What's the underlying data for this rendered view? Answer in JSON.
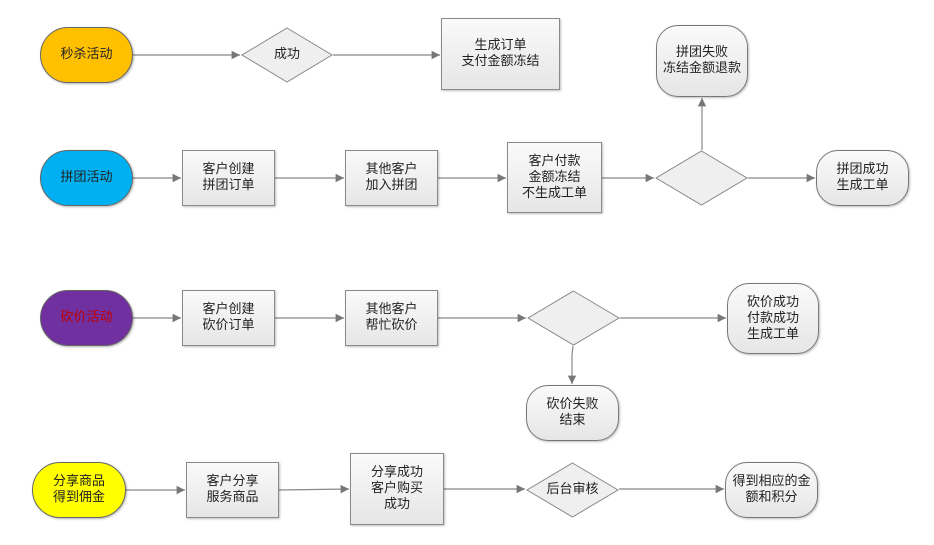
{
  "colors": {
    "seckill": "#FFC000",
    "group": "#00B0F0",
    "bargain": "#7030A0",
    "bargain_text": "#C00000",
    "share": "#FFFF00"
  },
  "seckill": {
    "start": "秒杀活动",
    "decision": "成功",
    "result": "生成订单\n支付金额冻结"
  },
  "group": {
    "start": "拼团活动",
    "step1": "客户创建\n拼团订单",
    "step2": "其他客户\n加入拼团",
    "step3": "客户付款\n金额冻结\n不生成工单",
    "decision": "",
    "fail": "拼团失败\n冻结金额退款",
    "success": "拼团成功\n生成工单"
  },
  "bargain": {
    "start": "砍价活动",
    "step1": "客户创建\n砍价订单",
    "step2": "其他客户\n帮忙砍价",
    "decision": "",
    "success": "砍价成功\n付款成功\n生成工单",
    "fail": "砍价失败\n结束"
  },
  "share": {
    "start": "分享商品\n得到佣金",
    "step1": "客户分享\n服务商品",
    "step2": "分享成功\n客户购买\n成功",
    "decision": "后台审核",
    "result": "得到相应的金\n额和积分"
  }
}
